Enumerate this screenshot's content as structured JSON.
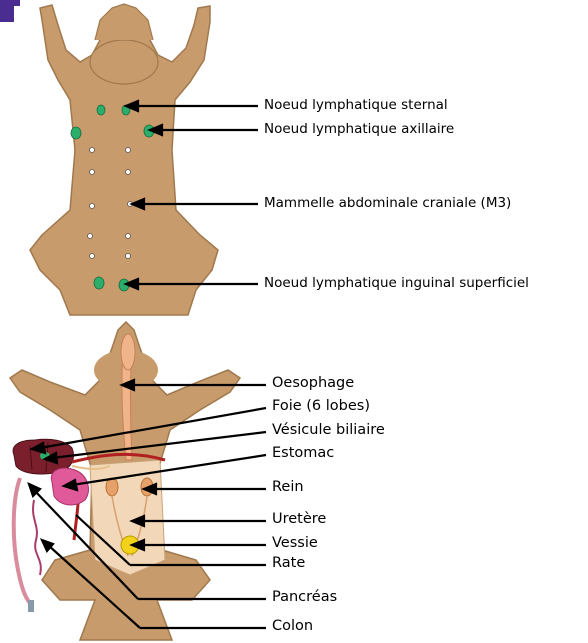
{
  "colors": {
    "skin": "#C79B6B",
    "outline": "#8a6a45",
    "lymph_node": "#2BAE6A",
    "liver": "#7A1F2B",
    "stomach": "#E05A9A",
    "kidney": "#E6A06A",
    "bladder": "#F3D21B",
    "colon": "#D98C9C",
    "accent_corner": "#4B2C91"
  },
  "top_diagram": {
    "labels": [
      "Noeud lymphatique sternal",
      "Noeud lymphatique axillaire",
      "Mammelle abdominale craniale (M3)",
      "Noeud lymphatique inguinal superficiel"
    ]
  },
  "bottom_diagram": {
    "labels": [
      "Oesophage",
      "Foie (6 lobes)",
      "Vésicule biliaire",
      "Estomac",
      "Rein",
      "Uretère",
      "Vessie",
      "Rate",
      "Pancréas",
      "Colon"
    ]
  }
}
